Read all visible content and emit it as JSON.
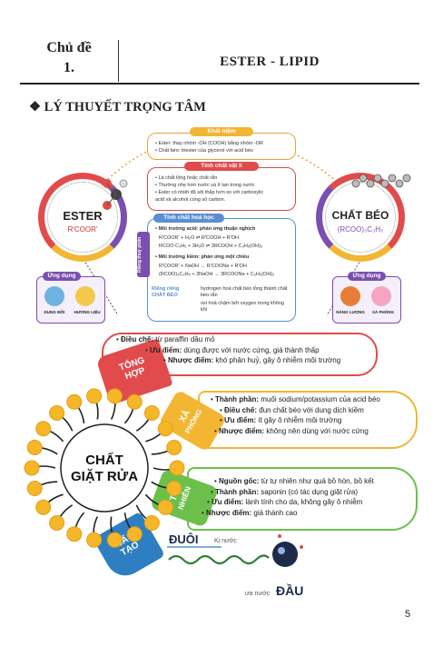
{
  "header": {
    "topic_label": "Chủ đề",
    "topic_number": "1.",
    "title": "ESTER - LIPID"
  },
  "section_title": "❖ LÝ THUYẾT TRỌNG TÂM",
  "diagram1": {
    "ester_label": "ESTER",
    "ester_formula": "R'COOR'",
    "fat_label": "CHẤT BÉO",
    "fat_formula": "(RCOO)₃C₃H₅",
    "concept_tag": "Khái niệm",
    "concept_lines": [
      "• Ester: thay nhóm -OH (COOH) bằng nhóm -OR",
      "• Chất béo: triester của glycerol với acid béo"
    ],
    "physical_tag": "Tính chất vật lí",
    "physical_lines": [
      "• Là chất lỏng hoặc chất rắn",
      "• Thường nhẹ hơn nước và ít tan trong nước",
      "• Ester có nhiệt độ sôi thấp hơn so với carboxylic",
      "  acid và alcohol cùng số carbon."
    ],
    "chemical_tag": "Tính chất hoá học",
    "side_tag": "Riêng thuỷ phân",
    "acid_env": "• Môi trường acid: phản ứng thuận nghịch",
    "acid_eq1": "R'COOR' + H₂O ⇌ R'COOH + R'OH",
    "acid_eq2": "RCOO C₃H₅ + 3H₂O ⇌ 3RCOOH + C₃H₅(OH)₃",
    "base_env": "• Môi trường kiềm: phản ứng một chiều",
    "base_eq1": "R'COOR' + NaOH → R'COONa + R'OH",
    "base_eq2": "(RCOO)₃C₃H₅ + 3NaOH → 3RCOONa + C₃H₅(OH)₃",
    "fat_only_tag": "Riêng riêng CHẤT BÉO",
    "fat_only_lines": [
      "hydrogen hoá chất béo lỏng thành chất béo rắn",
      "oxi hoá chậm bởi oxygen trong không khí"
    ],
    "app_left_tag": "Ứng dụng",
    "app_left_items": [
      "DUNG MÔI",
      "HƯƠNG LIỆU"
    ],
    "app_right_tag": "Ứng dụng",
    "app_right_items": [
      "NĂNG LƯỢNG",
      "XÀ PHÒNG"
    ]
  },
  "diagram2": {
    "center_label_1": "CHẤT",
    "center_label_2": "GIẶT RỬA",
    "synthetic": {
      "label_1": "TỔNG",
      "label_2": "HỢP",
      "color": "#e14b4b",
      "lines": [
        {
          "k": "Điều chế:",
          "v": " từ paraffin dầu mỏ"
        },
        {
          "k": "Ưu điểm:",
          "v": " dùng được với nước cứng, giá thành thấp"
        },
        {
          "k": "Nhược điểm:",
          "v": " khó phân huỷ, gây ô nhiễm môi trường"
        }
      ]
    },
    "soap": {
      "label_1": "XÀ",
      "label_2": "PHÒNG",
      "color": "#f2b632",
      "lines": [
        {
          "k": "Thành phần:",
          "v": " muối sodium/potassium của acid béo"
        },
        {
          "k": "Điều chế:",
          "v": " đun chất béo với dung dịch kiềm"
        },
        {
          "k": "Ưu điểm:",
          "v": " ít gây ô nhiễm môi trường"
        },
        {
          "k": "Nhược điểm:",
          "v": " không nên dùng với nước cứng"
        }
      ]
    },
    "natural": {
      "label_1": "TỰ",
      "label_2": "NHIÊN",
      "color": "#6cc04a",
      "lines": [
        {
          "k": "Nguồn gốc:",
          "v": " từ tự nhiên như quả bồ hòn, bồ kết"
        },
        {
          "k": "Thành phần:",
          "v": " saponin (có tác dụng giặt rửa)"
        },
        {
          "k": "Ưu điểm:",
          "v": " lành tính cho da, không gây ô nhiễm"
        },
        {
          "k": "Nhược điểm:",
          "v": " giá thành cao"
        }
      ]
    },
    "structure": {
      "label_1": "CẤU",
      "label_2": "TẠO",
      "color": "#2d7fc1",
      "tail_label": "ĐUÔI",
      "tail_note": "Kị nước",
      "head_label": "ĐẦU",
      "head_note": "ưa nước"
    }
  },
  "page_number": "5"
}
